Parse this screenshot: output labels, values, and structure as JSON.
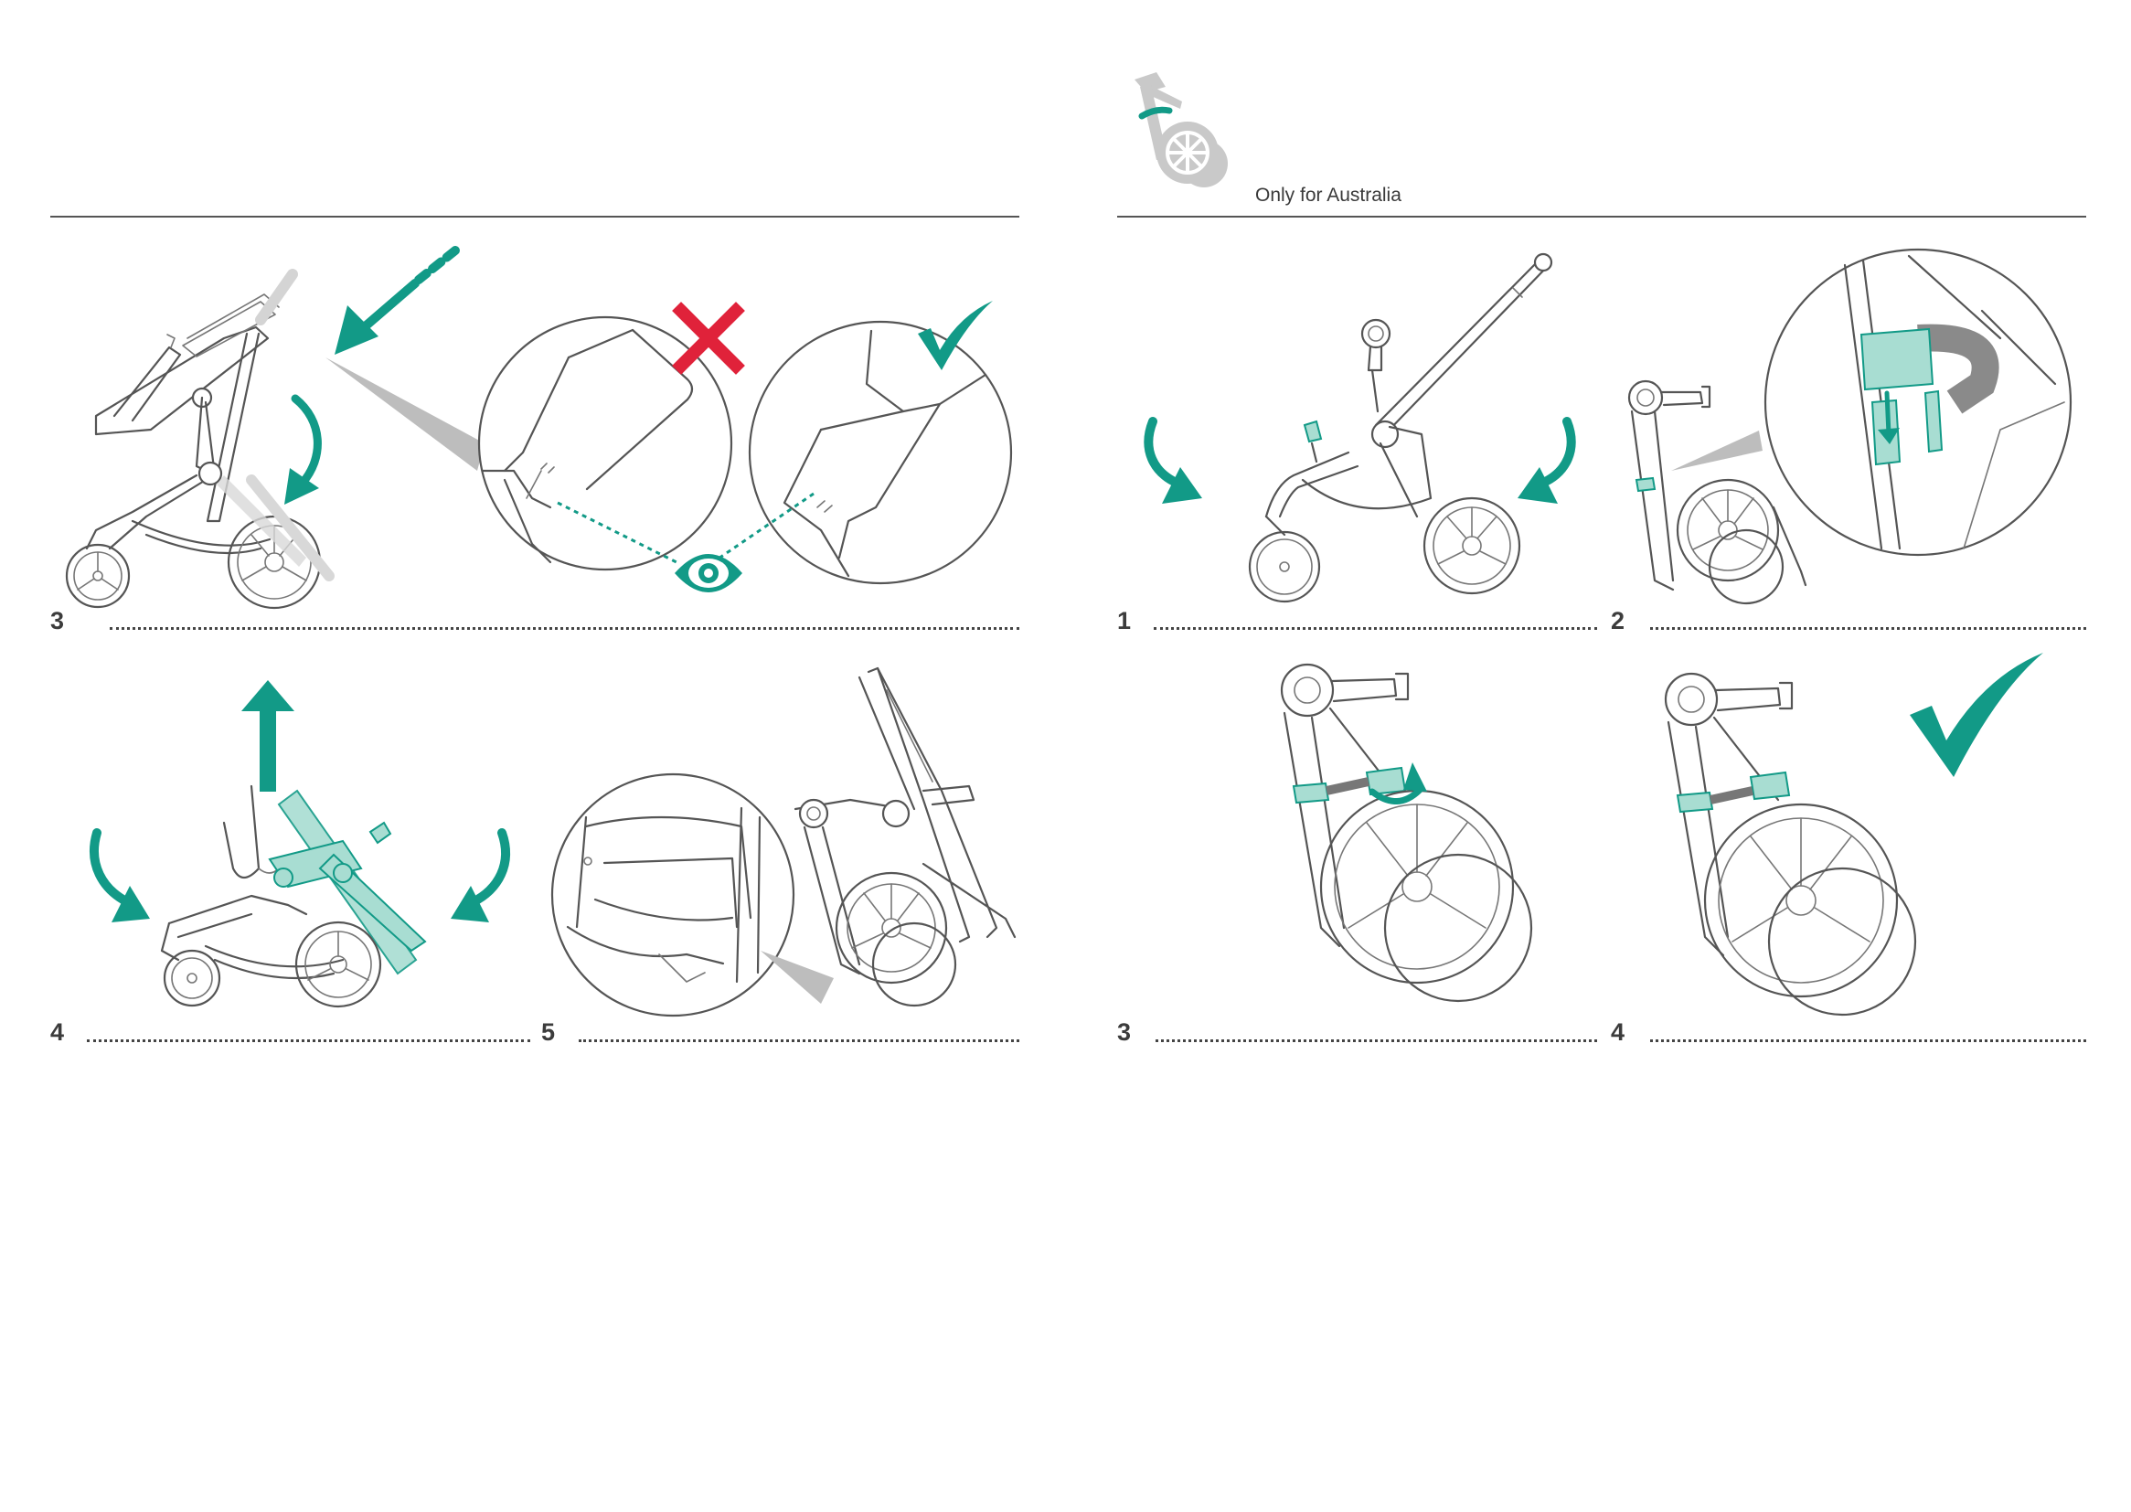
{
  "page": {
    "background": "#ffffff",
    "accent_color": "#129a87",
    "error_color": "#e0223a"
  },
  "left_panel": {
    "steps": [
      {
        "number": "3",
        "icons": [
          "stroller-seat-icon",
          "press-arrow-icon",
          "rotate-down-arrow-icon",
          "incorrect-detail-zoom",
          "correct-detail-zoom",
          "cross-icon",
          "checkmark-icon",
          "eye-icon"
        ]
      },
      {
        "number": "4",
        "icons": [
          "fold-stroller-icon",
          "lift-arrow-icon",
          "rotate-left-arrow-icon",
          "rotate-right-arrow-icon"
        ]
      },
      {
        "number": "5",
        "icons": [
          "folded-stroller-icon",
          "latch-detail-zoom"
        ]
      }
    ]
  },
  "right_panel": {
    "header": {
      "caption": "Only for Australia",
      "icon": "folded-stroller-strap-icon"
    },
    "steps": [
      {
        "number": "1",
        "icons": [
          "stroller-frame-icon",
          "rotate-left-arrow-icon",
          "rotate-right-arrow-icon"
        ]
      },
      {
        "number": "2",
        "icons": [
          "folded-frame-icon",
          "strap-clip-detail-zoom",
          "down-arrow-icon"
        ]
      },
      {
        "number": "3",
        "icons": [
          "folded-frame-strap-icon",
          "rotate-strap-arrow-icon"
        ]
      },
      {
        "number": "4",
        "icons": [
          "folded-frame-strapped-icon",
          "checkmark-icon"
        ]
      }
    ]
  }
}
